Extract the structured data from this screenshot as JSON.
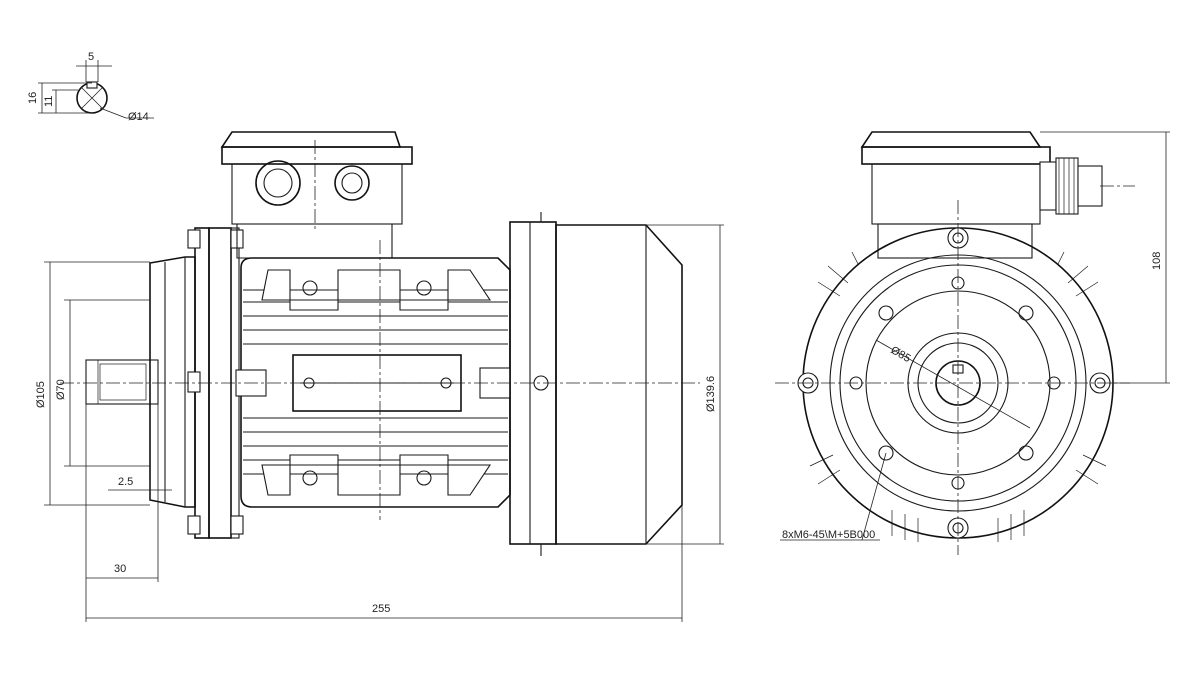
{
  "shaft_section": {
    "dim_key_width": "5",
    "dim_height": "16",
    "dim_key_depth": "11",
    "dim_diameter": "Ø14"
  },
  "side_view": {
    "dim_flange_dia": "Ø105",
    "dim_spigot_dia": "Ø70",
    "dim_spigot_len": "2.5",
    "dim_shaft_len": "30",
    "dim_total_len": "255",
    "dim_frame_dia": "Ø139.6"
  },
  "end_view": {
    "dim_pcd": "Ø85",
    "dim_height": "108",
    "hole_callout": "8xM6-45\\M+5B000"
  }
}
